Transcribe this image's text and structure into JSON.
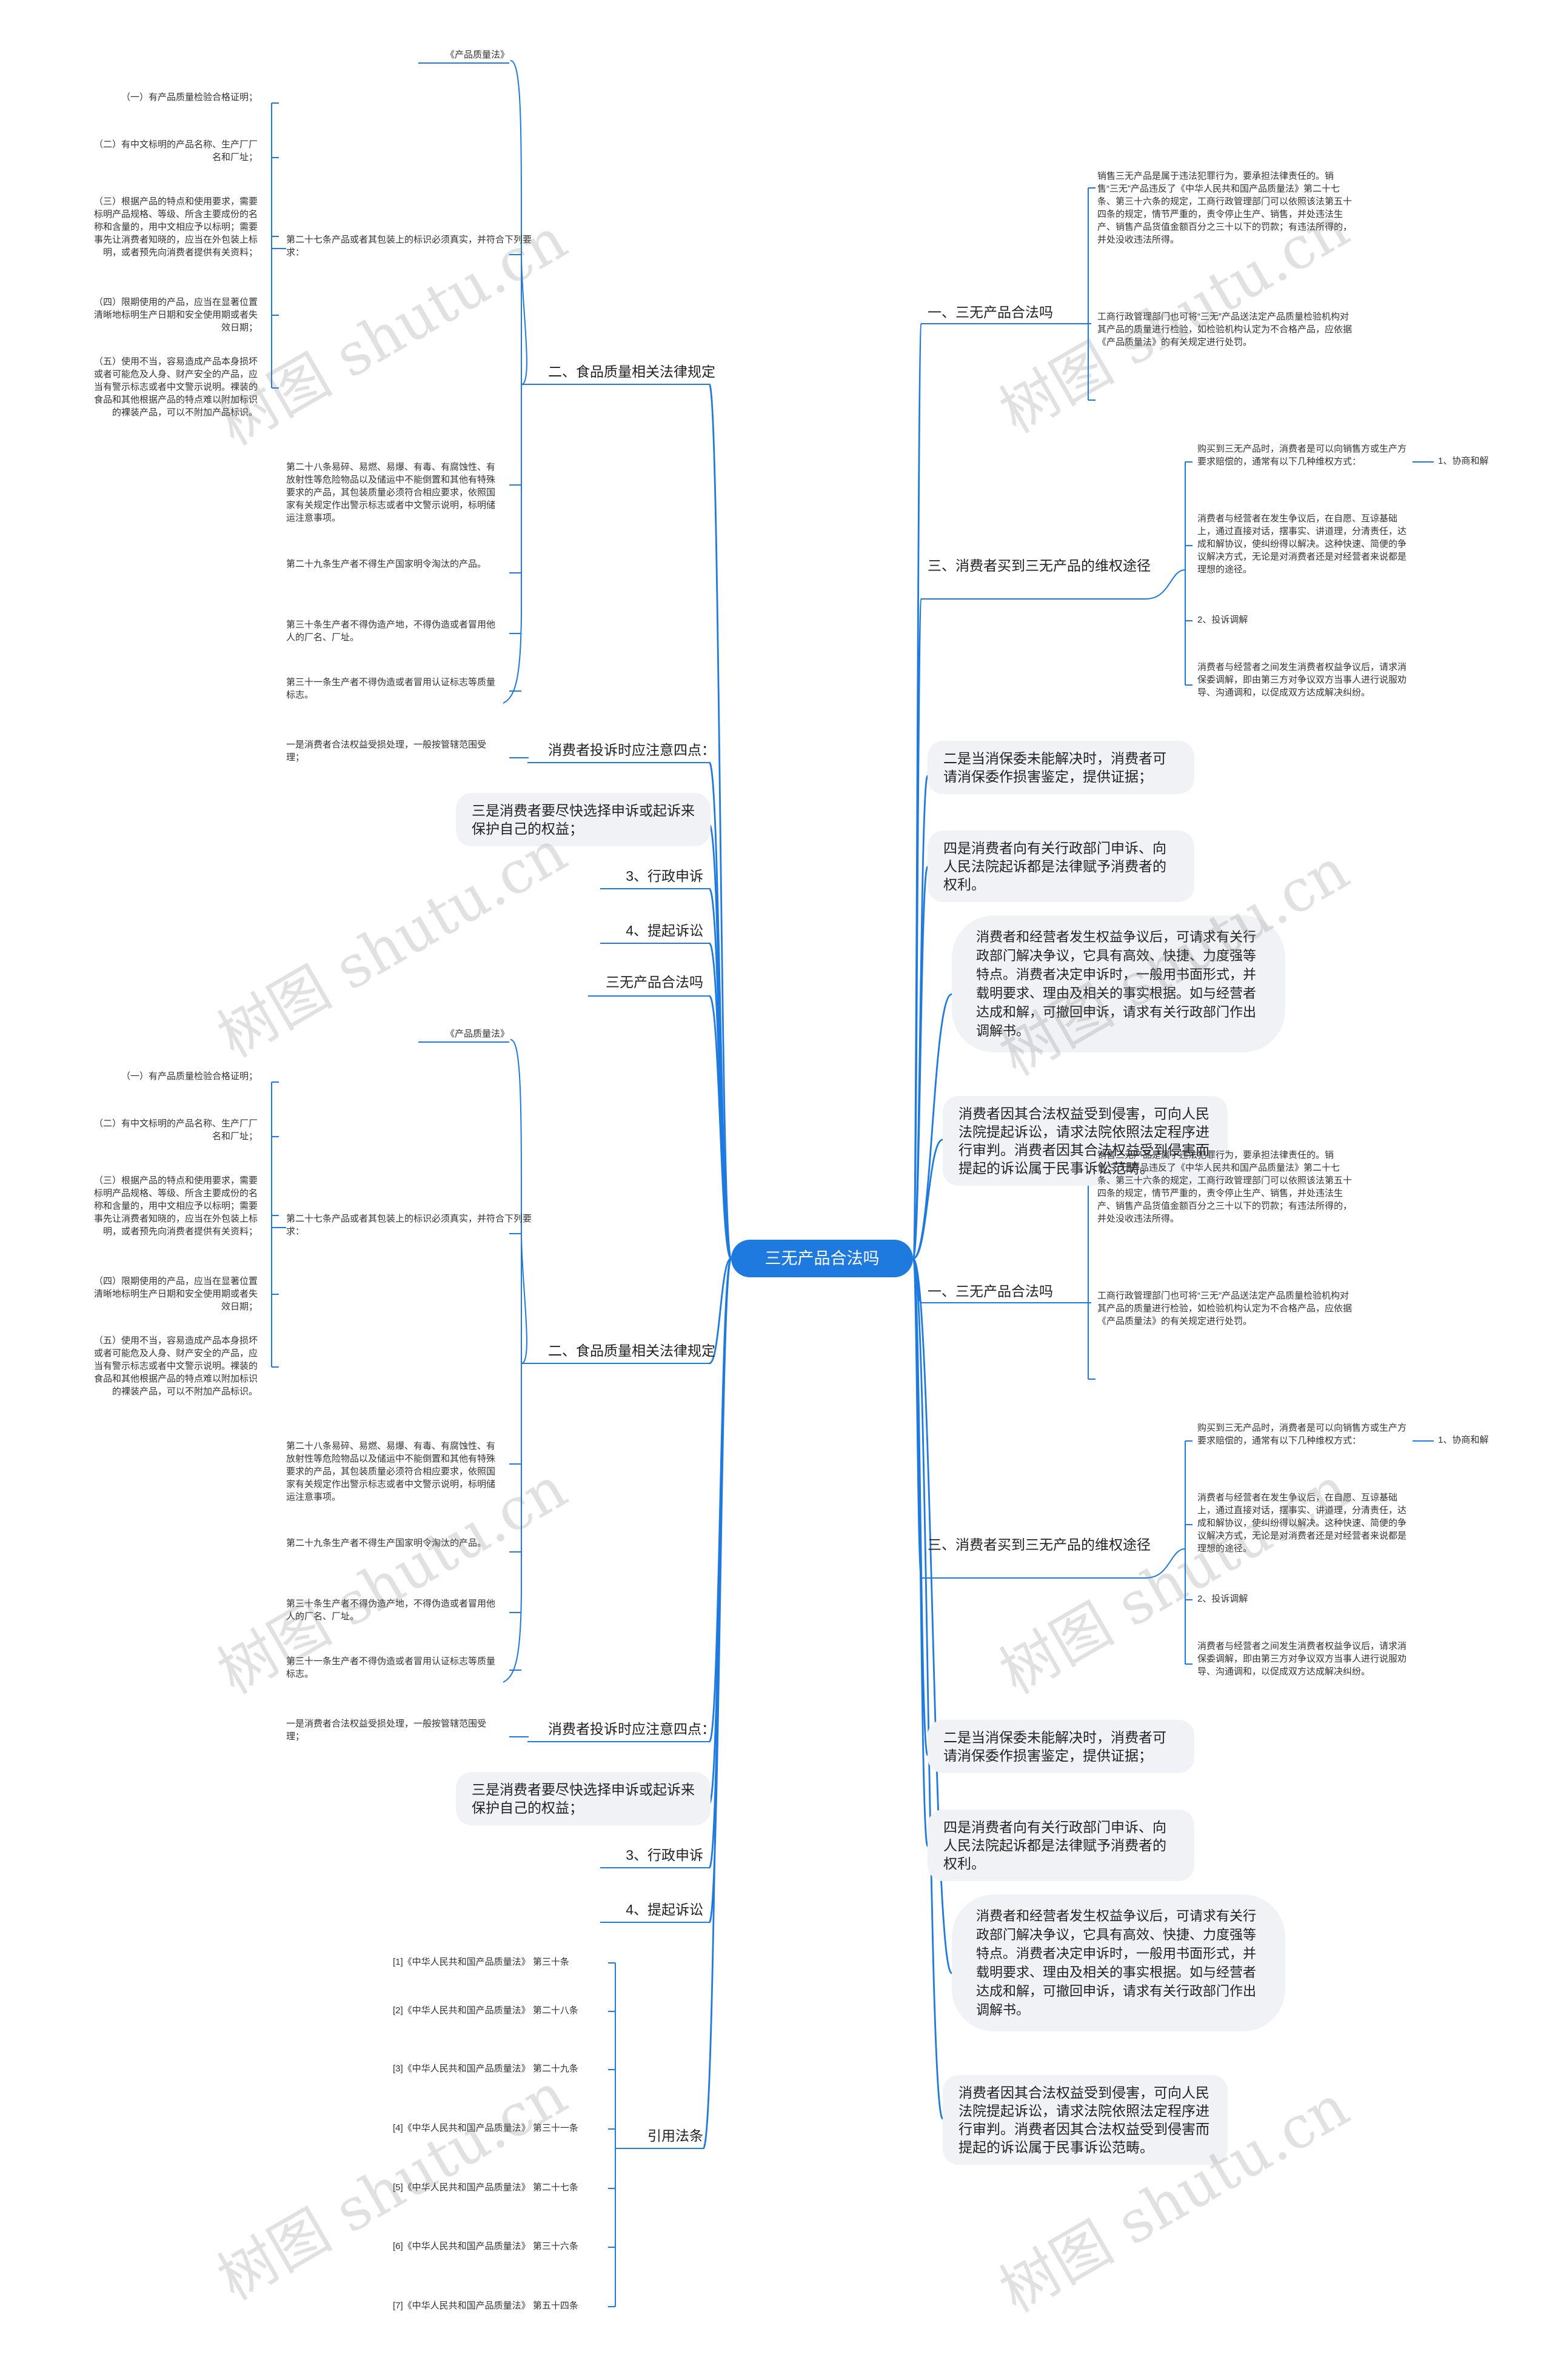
{
  "root": "三无产品合法吗",
  "left": {
    "law": "《产品质量法》",
    "items": [
      "（一）有产品质量检验合格证明；",
      "（二）有中文标明的产品名称、生产厂厂名和厂址；",
      "（三）根据产品的特点和使用要求，需要标明产品规格、等级、所含主要成份的名称和含量的，用中文相应予以标明；需要事先让消费者知晓的，应当在外包装上标明，或者预先向消费者提供有关资料；",
      "（四）限期使用的产品，应当在显著位置清晰地标明生产日期和安全使用期或者失效日期；",
      "（五）使用不当，容易造成产品本身损坏或者可能危及人身、财产安全的产品，应当有警示标志或者中文警示说明。裸装的食品和其他根据产品的特点难以附加标识的裸装产品，可以不附加产品标识。"
    ],
    "art27": "第二十七条产品或者其包装上的标识必须真实，并符合下列要求：",
    "art28": "第二十八条易碎、易燃、易爆、有毒、有腐蚀性、有放射性等危险物品以及储运中不能倒置和其他有特殊要求的产品，其包装质量必须符合相应要求，依照国家有关规定作出警示标志或者中文警示说明，标明储运注意事项。",
    "art29": "第二十九条生产者不得生产国家明令淘汰的产品。",
    "art30": "第三十条生产者不得伪造产地，不得伪造或者冒用他人的厂名、厂址。",
    "art31": "第三十一条生产者不得伪造或者冒用认证标志等质量标志。",
    "food": "二、食品质量相关法律规定",
    "notes_detail": "一是消费者合法权益受损处理，一般按管辖范围受理；",
    "notes": "消费者投诉时应注意四点：",
    "third": "三是消费者要尽快选择申诉或起诉来保护自己的权益；",
    "admin": "3、行政申诉",
    "lawsuit": "4、提起诉讼",
    "legal_q": "三无产品合法吗"
  },
  "right": {
    "s1": "一、三无产品合法吗",
    "s1a": "销售三无产品是属于违法犯罪行为，要承担法律责任的。销售“三无”产品违反了《中华人民共和国产品质量法》第二十七条、第三十六条的规定，工商行政管理部门可以依照该法第五十四条的规定，情节严重的，责令停止生产、销售，并处违法生产、销售产品货值金额百分之三十以下的罚款；有违法所得的，并处没收违法所得。",
    "s1b": "工商行政管理部门也可将“三无”产品送法定产品质量检验机构对其产品的质量进行检验，如检验机构认定为不合格产品，应依据《产品质量法》的有关规定进行处罚。",
    "s3": "三、消费者买到三无产品的维权途径",
    "s3a": "购买到三无产品时，消费者是可以向销售方或生产方要求赔偿的，通常有以下几种维权方式：",
    "s3a1": "1、协商和解",
    "s3b": "消费者与经营者在发生争议后，在自愿、互谅基础上，通过直接对话，摆事实、讲道理，分清责任，达成和解协议，使纠纷得以解决。这种快速、简便的争议解决方式，无论是对消费者还是对经营者来说都是理想的途径。",
    "s3c": "2、投诉调解",
    "s3d": "消费者与经营者之间发生消费者权益争议后，请求消保委调解，即由第三方对争议双方当事人进行说服劝导、沟通调和，以促成双方达成解决纠纷。",
    "two": "二是当消保委未能解决时，消费者可请消保委作损害鉴定，提供证据；",
    "four": "四是消费者向有关行政部门申诉、向人民法院起诉都是法律赋予消费者的权利。",
    "admin_text": "消费者和经营者发生权益争议后，可请求有关行政部门解决争议，它具有高效、快捷、力度强等特点。消费者决定申诉时，一般用书面形式，并载明要求、理由及相关的事实根据。如与经营者达成和解，可撤回申诉，请求有关行政部门作出调解书。",
    "court_text": "消费者因其合法权益受到侵害，可向人民法院提起诉讼，请求法院依照法定程序进行审判。消费者因其合法权益受到侵害而提起的诉讼属于民事诉讼范畴。"
  },
  "refs": {
    "label": "引用法条",
    "items": [
      "[1]《中华人民共和国产品质量法》 第三十条",
      "[2]《中华人民共和国产品质量法》 第二十八条",
      "[3]《中华人民共和国产品质量法》 第二十九条",
      "[4]《中华人民共和国产品质量法》 第三十一条",
      "[5]《中华人民共和国产品质量法》 第二十七条",
      "[6]《中华人民共和国产品质量法》 第三十六条",
      "[7]《中华人民共和国产品质量法》 第五十四条"
    ]
  },
  "watermark": "树图 shutu.cn",
  "colors": {
    "line": "#1f7ae0",
    "root_bg": "#1f7ae0",
    "node_bg": "#f0f2f5"
  }
}
